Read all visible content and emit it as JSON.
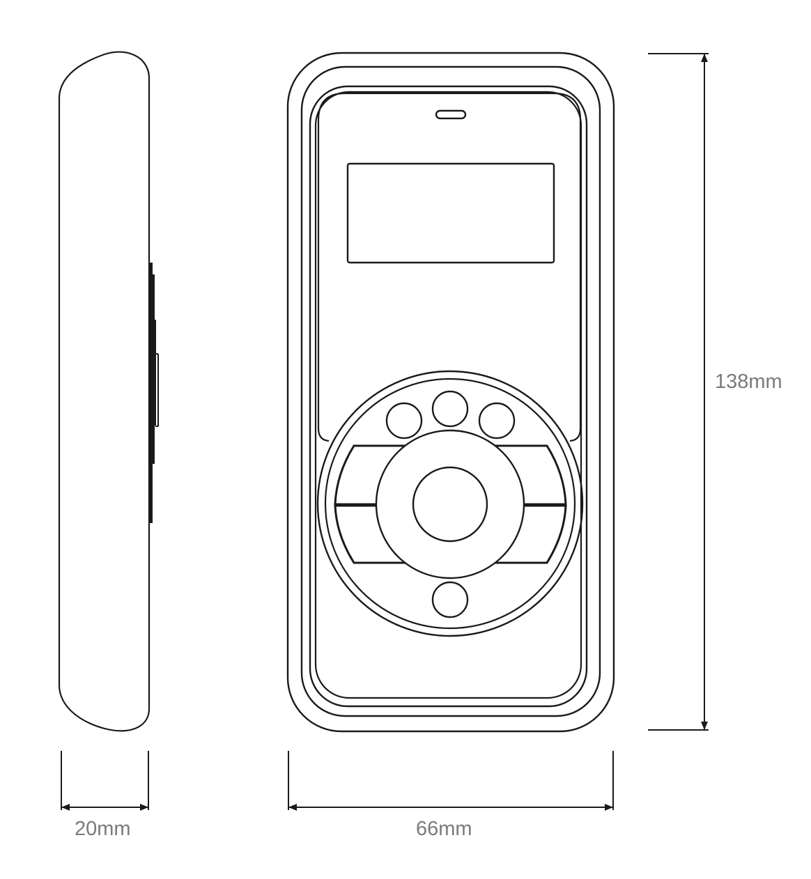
{
  "dimensions": {
    "depth": "20mm",
    "width": "66mm",
    "height": "138mm"
  },
  "colors": {
    "line": "#1a1a1a",
    "label": "#7a7a7a",
    "background": "#ffffff"
  }
}
